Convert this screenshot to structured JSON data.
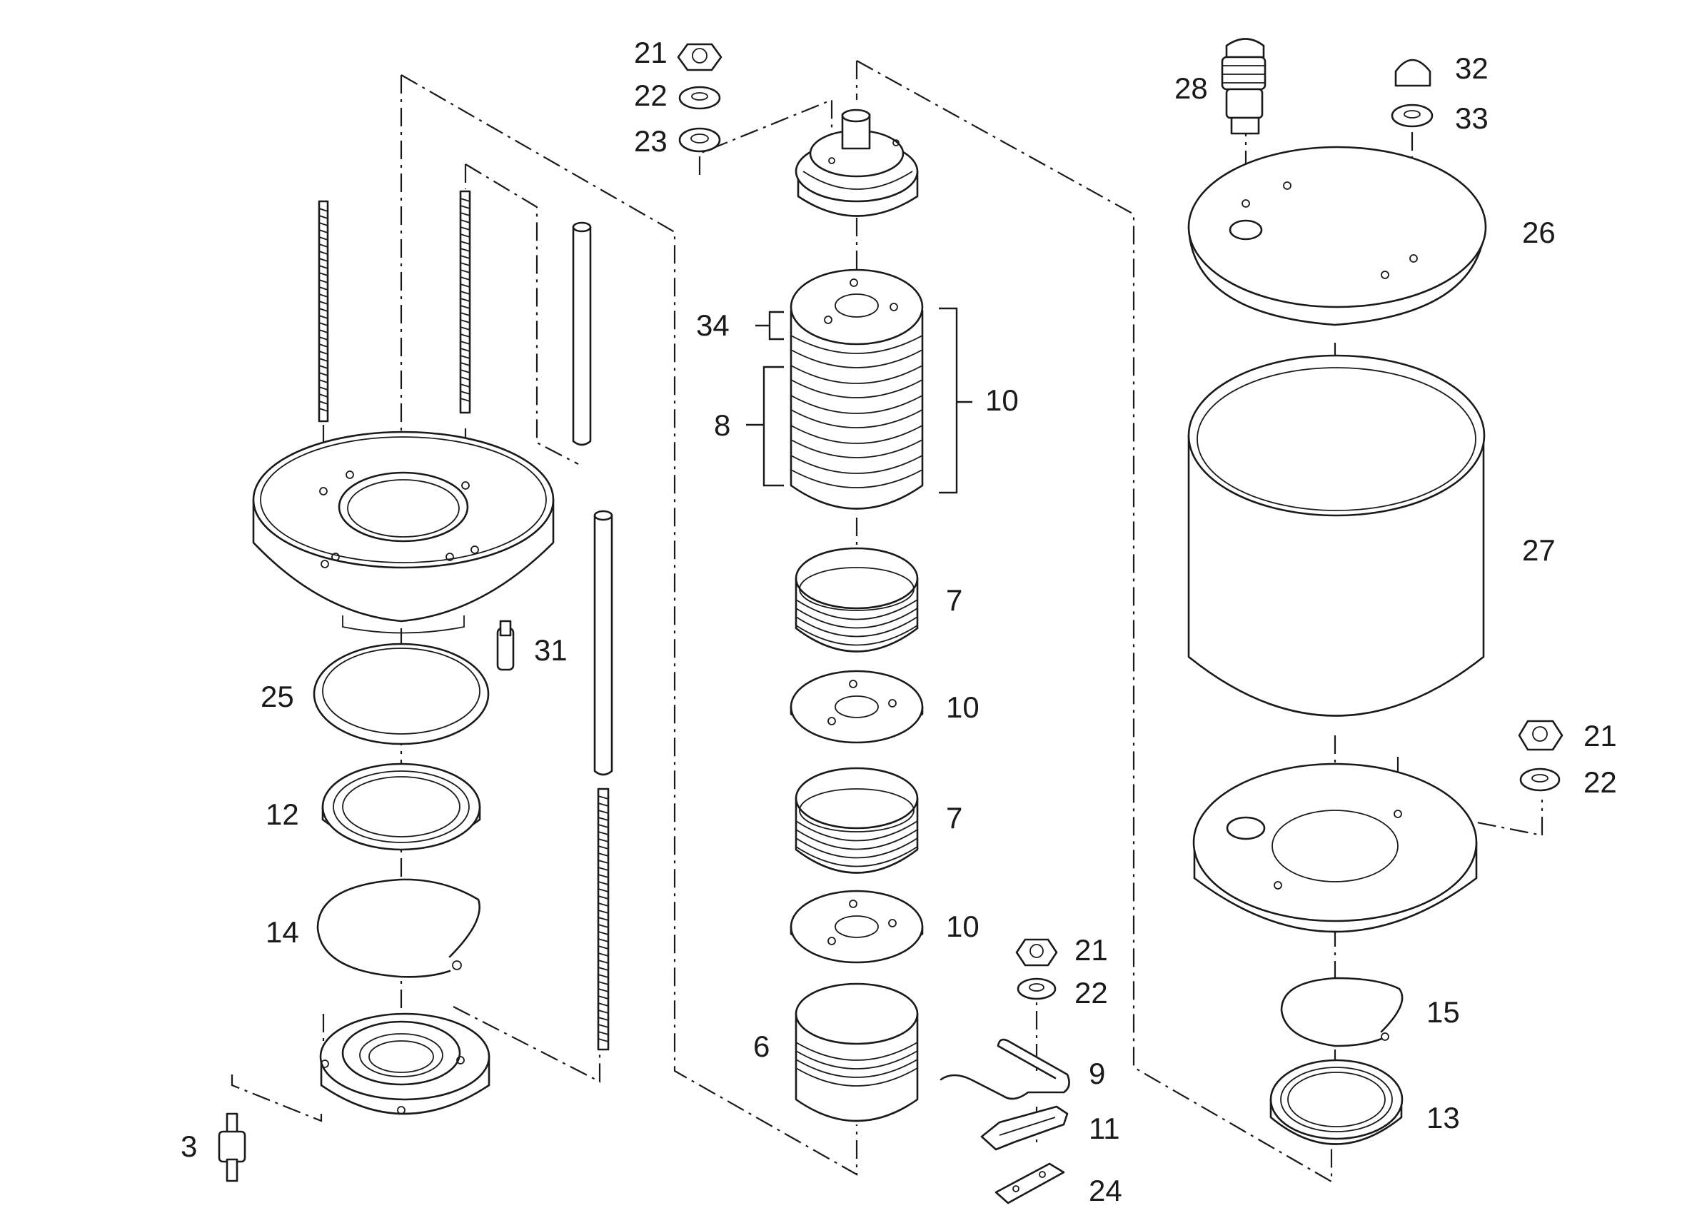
{
  "labels": [
    {
      "id": "21-top",
      "text": "21"
    },
    {
      "id": "22-top",
      "text": "22"
    },
    {
      "id": "23",
      "text": "23"
    },
    {
      "id": "34",
      "text": "34"
    },
    {
      "id": "8",
      "text": "8"
    },
    {
      "id": "10-stack",
      "text": "10"
    },
    {
      "id": "7-upper",
      "text": "7"
    },
    {
      "id": "10-mid",
      "text": "10"
    },
    {
      "id": "7-lower",
      "text": "7"
    },
    {
      "id": "10-low",
      "text": "10"
    },
    {
      "id": "6",
      "text": "6"
    },
    {
      "id": "21-bottom",
      "text": "21"
    },
    {
      "id": "22-bottom",
      "text": "22"
    },
    {
      "id": "9",
      "text": "9"
    },
    {
      "id": "11",
      "text": "11"
    },
    {
      "id": "24",
      "text": "24"
    },
    {
      "id": "31",
      "text": "31"
    },
    {
      "id": "25",
      "text": "25"
    },
    {
      "id": "12",
      "text": "12"
    },
    {
      "id": "14",
      "text": "14"
    },
    {
      "id": "3",
      "text": "3"
    },
    {
      "id": "28",
      "text": "28"
    },
    {
      "id": "32",
      "text": "32"
    },
    {
      "id": "33",
      "text": "33"
    },
    {
      "id": "26",
      "text": "26"
    },
    {
      "id": "27",
      "text": "27"
    },
    {
      "id": "21-right",
      "text": "21"
    },
    {
      "id": "22-right",
      "text": "22"
    },
    {
      "id": "15",
      "text": "15"
    },
    {
      "id": "13",
      "text": "13"
    }
  ]
}
